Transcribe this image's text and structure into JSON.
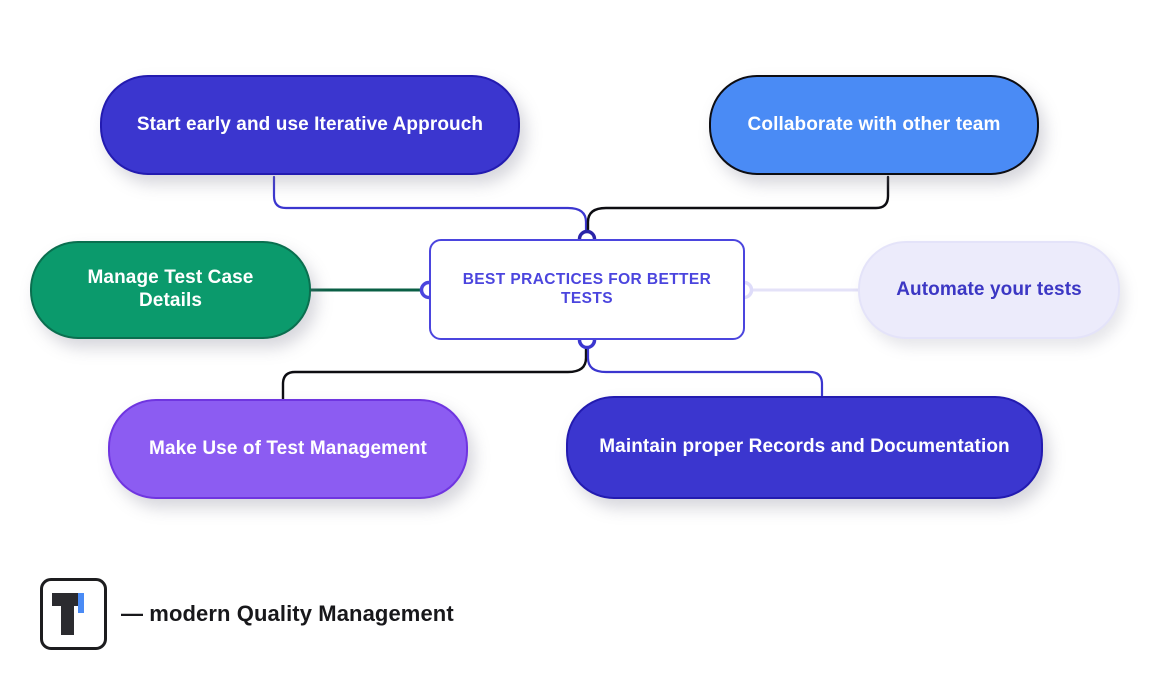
{
  "diagram": {
    "center": {
      "label": "BEST PRACTICES FOR BETTER TESTS"
    },
    "nodes": [
      {
        "id": "start-early",
        "label": "Start early and use Iterative Approuch",
        "color": "#3b36cf",
        "text_color": "#ffffff",
        "border_color": "#231bb0"
      },
      {
        "id": "collaborate",
        "label": "Collaborate with other team",
        "color": "#4a8bf5",
        "text_color": "#ffffff",
        "border_color": "#0d0d12"
      },
      {
        "id": "manage-test-case",
        "label": "Manage Test Case Details",
        "color": "#0b9a6c",
        "text_color": "#ffffff",
        "border_color": "#0a6f4f"
      },
      {
        "id": "automate",
        "label": "Automate your tests",
        "color": "#ecebfb",
        "text_color": "#3c37c4",
        "border_color": "#e4e3f9"
      },
      {
        "id": "make-use",
        "label": "Make Use of Test Management",
        "color": "#8c5cf2",
        "text_color": "#ffffff",
        "border_color": "#6f35e0"
      },
      {
        "id": "maintain",
        "label": "Maintain proper Records and Documentation",
        "color": "#3b36cf",
        "text_color": "#ffffff",
        "border_color": "#231bb0"
      }
    ],
    "ports": [
      {
        "id": "port-top",
        "color": "#2a24a8"
      },
      {
        "id": "port-left",
        "color": "#4b45de"
      },
      {
        "id": "port-bottom",
        "color": "#3b36cf"
      },
      {
        "id": "port-right",
        "color": "#dedcfa"
      }
    ],
    "edges": [
      {
        "from": "start-early",
        "to": "port-top",
        "color": "#3b36cf"
      },
      {
        "from": "collaborate",
        "to": "port-top",
        "color": "#0d0d12"
      },
      {
        "from": "manage-test-case",
        "to": "port-left",
        "color": "#0a5f45"
      },
      {
        "from": "automate",
        "to": "port-right",
        "color": "#e4e2f8"
      },
      {
        "from": "make-use",
        "to": "port-bottom",
        "color": "#0d0d12"
      },
      {
        "from": "maintain",
        "to": "port-bottom",
        "color": "#3b36cf"
      }
    ]
  },
  "footer": {
    "logo_name": "testsigma-logo",
    "label": "— modern Quality Management",
    "logo_accent_color": "#4a8bf5",
    "logo_mark_color": "#2b2b2f"
  }
}
